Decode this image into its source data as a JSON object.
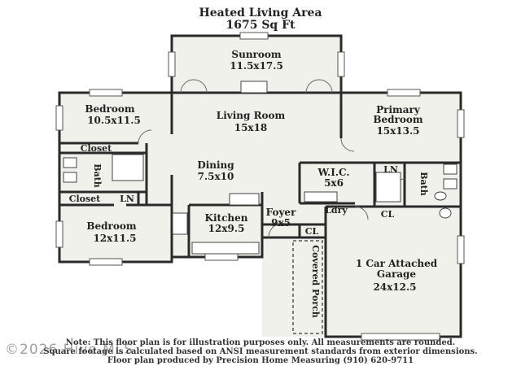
{
  "header": {
    "title": "Heated Living Area",
    "area": "1675 Sq Ft"
  },
  "rooms": {
    "sunroom": {
      "name": "Sunroom",
      "dims": "11.5x17.5"
    },
    "living": {
      "name": "Living Room",
      "dims": "15x18"
    },
    "bedroom_top": {
      "name": "Bedroom",
      "dims": "10.5x11.5"
    },
    "primary": {
      "name_line1": "Primary",
      "name_line2": "Bedroom",
      "dims": "15x13.5"
    },
    "dining": {
      "name": "Dining",
      "dims": "7.5x10"
    },
    "wic": {
      "name": "W.I.C.",
      "dims": "5x6"
    },
    "kitchen": {
      "name": "Kitchen",
      "dims": "12x9.5"
    },
    "foyer": {
      "name": "Foyer",
      "dims": "9x5"
    },
    "bedroom_bottom": {
      "name": "Bedroom",
      "dims": "12x11.5"
    },
    "garage": {
      "name_line1": "1 Car Attached",
      "name_line2": "Garage",
      "dims": "24x12.5"
    }
  },
  "labels": {
    "closet_upper": "Closet",
    "closet_lower": "Closet",
    "bath_left": "Bath",
    "bath_right": "Bath",
    "ln_left": "LN",
    "ln_right": "LN",
    "ldry": "Ldry",
    "cl_right": "CL",
    "cl_foyer": "CL",
    "covered_porch": "Covered Porch"
  },
  "notes": {
    "line1": "Note: This floor plan is for illustration purposes only. All measurements are rounded.",
    "line2": "Square footage is calculated based on ANSI measurement standards from exterior dimensions.",
    "line3": "Floor plan produced by Precision Home Measuring (910) 620-9711"
  },
  "watermark": "©2026 Hive MLS",
  "colors": {
    "room_fill": "#f1f1eb",
    "wall": "#2a2a2a"
  }
}
